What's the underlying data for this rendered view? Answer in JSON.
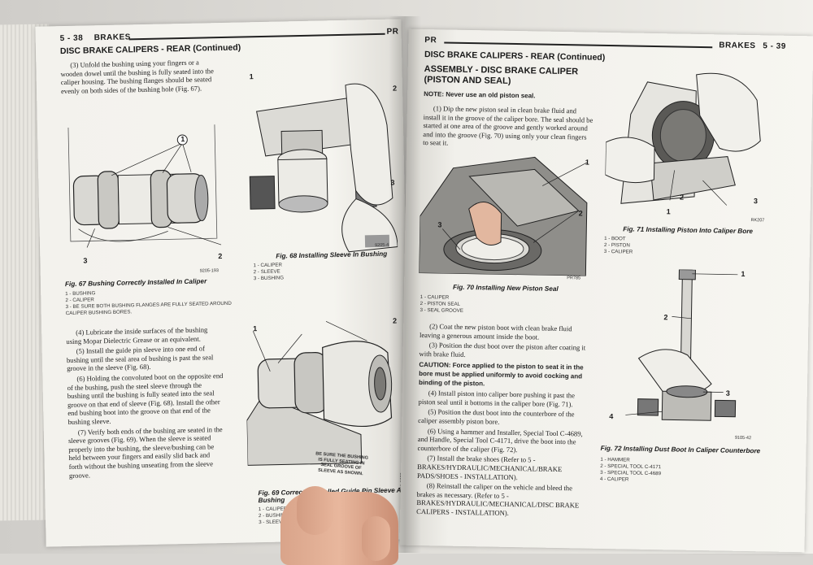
{
  "left_page": {
    "header_page_num": "5 - 38",
    "header_section": "BRAKES",
    "header_code": "PR",
    "section_title": "DISC BRAKE CALIPERS - REAR (Continued)",
    "para_3": "(3) Unfold the bushing using your fingers or a wooden dowel until the bushing is fully seated into the caliper housing. The bushing flanges should be seated evenly on both sides of the bushing hole (Fig. 67).",
    "fig67": {
      "caption": "Fig. 67 Bushing Correctly Installed In Caliper",
      "code": "9205-193",
      "legend": [
        "1 - BUSHING",
        "2 - CALIPER",
        "3 - BE SURE BOTH BUSHING FLANGES ARE FULLY SEATED AROUND CALIPER BUSHING BORES."
      ],
      "callouts": [
        "1",
        "2",
        "3"
      ]
    },
    "fig68": {
      "caption": "Fig. 68 Installing Sleeve In Bushing",
      "code": "9205-4",
      "legend": [
        "1 - CALIPER",
        "2 - SLEEVE",
        "3 - BUSHING"
      ],
      "callouts": [
        "1",
        "2",
        "3"
      ]
    },
    "para_4": "(4) Lubricate the inside surfaces of the bushing using Mopar Dielectric Grease or an equivalent.",
    "para_5": "(5) Install the guide pin sleeve into one end of bushing until the seal area of bushing is past the seal groove in the sleeve (Fig. 68).",
    "para_6": "(6) Holding the convoluted boot on the opposite end of the bushing, push the steel sleeve through the bushing until the bushing is fully seated into the seal groove on that end of sleeve (Fig. 68). Install the other end bushing boot into the groove on that end of the bushing sleeve.",
    "para_7": "(7) Verify both ends of the bushing are seated in the sleeve grooves (Fig. 69). When the sleeve is seated properly into the bushing, the sleeve/bushing can be held between your fingers and easily slid back and forth without the bushing unseating from the sleeve groove.",
    "fig69": {
      "caption": "Fig. 69 Correctly Installed Guide Pin Sleeve And Bushing",
      "code": "9205-19",
      "note": "BE SURE THE BUSHING IS FULLY SEATING IN SEAL GROOVE OF SLEEVE AS SHOWN.",
      "legend": [
        "1 - CALIPER",
        "2 - BUSHING",
        "3 - SLEEVE"
      ],
      "callouts": [
        "1",
        "2"
      ]
    }
  },
  "right_page": {
    "header_code": "PR",
    "header_section": "BRAKES",
    "header_page_num": "5 - 39",
    "section_title": "DISC BRAKE CALIPERS - REAR (Continued)",
    "subsection_title": "ASSEMBLY - DISC BRAKE CALIPER (PISTON AND SEAL)",
    "note": "NOTE: Never use an old piston seal.",
    "para_1": "(1) Dip the new piston seal in clean brake fluid and install it in the groove of the caliper bore. The seal should be started at one area of the groove and gently worked around and into the groove (Fig. 70) using only your clean fingers to seat it.",
    "fig70": {
      "caption": "Fig. 70 Installing New Piston Seal",
      "code": "PR785",
      "legend": [
        "1 - CALIPER",
        "2 - PISTON SEAL",
        "3 - SEAL GROOVE"
      ],
      "callouts": [
        "1",
        "2",
        "3"
      ]
    },
    "para_2": "(2) Coat the new piston boot with clean brake fluid leaving a generous amount inside the boot.",
    "para_3": "(3) Position the dust boot over the piston after coating it with brake fluid.",
    "caution": "CAUTION: Force applied to the piston to seat it in the bore must be applied uniformly to avoid cocking and binding of the piston.",
    "para_4": "(4) Install piston into caliper bore pushing it past the piston seal until it bottoms in the caliper bore (Fig. 71).",
    "para_5": "(5) Position the dust boot into the counterbore of the caliper assembly piston bore.",
    "para_6": "(6) Using a hammer and Installer, Special Tool C-4689, and Handle, Special Tool C-4171, drive the boot into the counterbore of the caliper (Fig. 72).",
    "para_7": "(7) Install the brake shoes (Refer to 5 - BRAKES/HYDRAULIC/MECHANICAL/BRAKE PADS/SHOES - INSTALLATION).",
    "para_8": "(8) Reinstall the caliper on the vehicle and bleed the brakes as necessary. (Refer to 5 - BRAKES/HYDRAULIC/MECHANICAL/DISC BRAKE CALIPERS - INSTALLATION).",
    "fig71": {
      "caption": "Fig. 71 Installing Piston Into Caliper Bore",
      "code": "RK207",
      "legend": [
        "1 - BOOT",
        "2 - PISTON",
        "3 - CALIPER"
      ],
      "callouts": [
        "1",
        "2",
        "3"
      ]
    },
    "fig72": {
      "caption": "Fig. 72 Installing Dust Boot In Caliper Counterbore",
      "code": "9105-42",
      "legend": [
        "1 - HAMMER",
        "2 - SPECIAL TOOL C-4171",
        "3 - SPECIAL TOOL C-4689",
        "4 - CALIPER"
      ],
      "callouts": [
        "1",
        "2",
        "3",
        "4"
      ]
    }
  }
}
